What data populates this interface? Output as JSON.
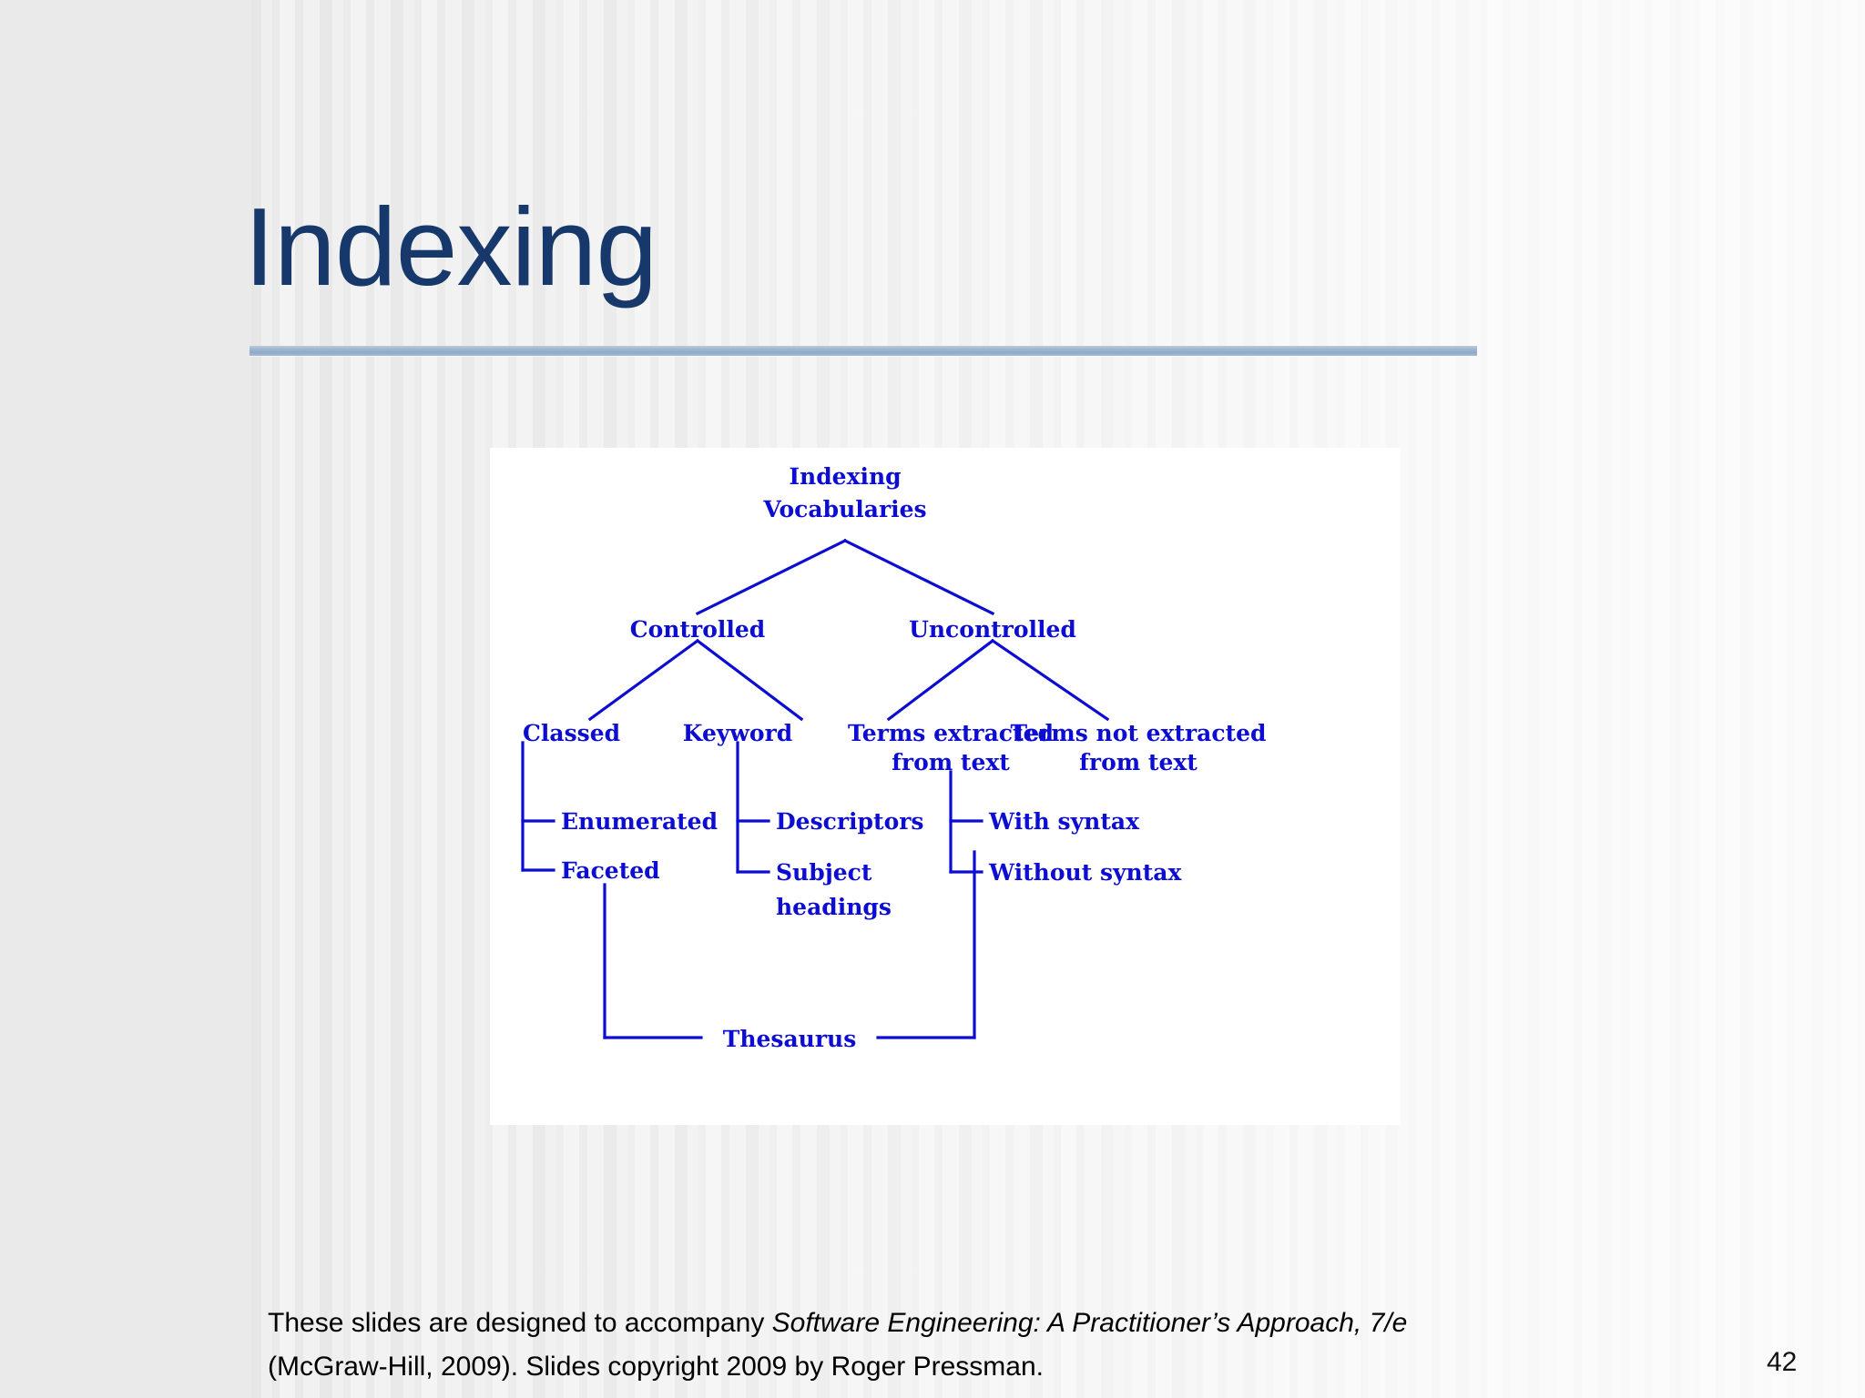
{
  "slide": {
    "title": "Indexing",
    "page_number": "42",
    "accent_color": "#16386b",
    "rule_color": "#9db5d1",
    "background_color": "#eaeaea"
  },
  "footer": {
    "line1_prefix": "These slides are designed to accompany ",
    "line1_italic": "Software Engineering: A Practitioner’s Approach, 7/e",
    "line2": "(McGraw-Hill, 2009). Slides copyright 2009 by Roger Pressman."
  },
  "diagram": {
    "name": "indexing-vocabularies-tree",
    "line_color": "#0d0dd2",
    "panel_color": "#ffffff",
    "nodes": {
      "root_line1": "Indexing",
      "root_line2": "Vocabularies",
      "controlled": "Controlled",
      "uncontrolled": "Uncontrolled",
      "classed": "Classed",
      "keyword": "Keyword",
      "terms_extracted_line1": "Terms extracted",
      "terms_extracted_line2": "from text",
      "terms_not_extracted_line1": "Terms not extracted",
      "terms_not_extracted_line2": "from text",
      "enumerated": "Enumerated",
      "faceted": "Faceted",
      "descriptors": "Descriptors",
      "subject_line1": "Subject",
      "subject_line2": "headings",
      "with_syntax": "With syntax",
      "without_syntax": "Without syntax",
      "thesaurus": "Thesaurus"
    }
  }
}
